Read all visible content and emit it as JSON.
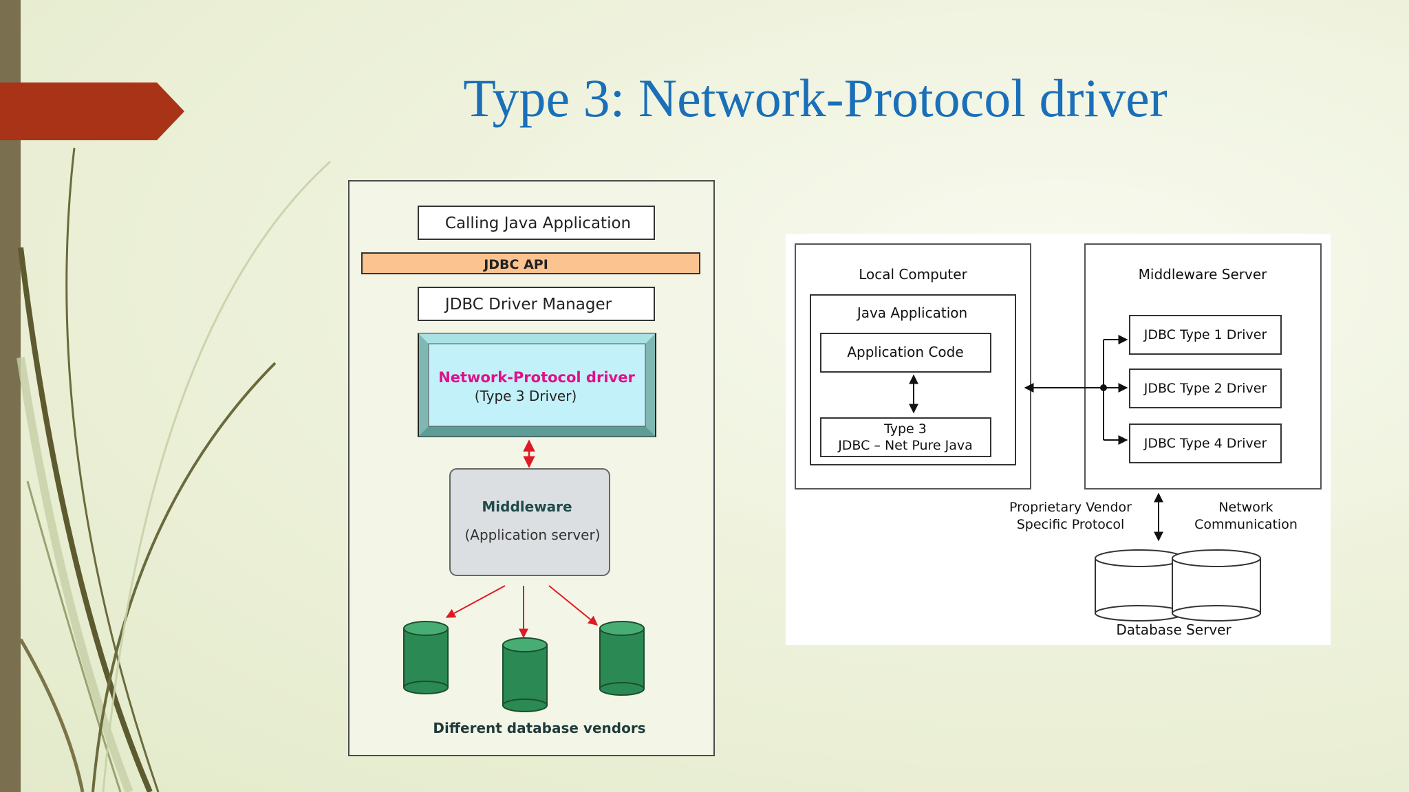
{
  "slide": {
    "title": "Type 3: Network-Protocol driver",
    "colors": {
      "title": "#1a6fb8",
      "accent_tab": "#a83317",
      "side_bar": "#7a6f4e"
    }
  },
  "left_diagram": {
    "calling_app": "Calling Java Application",
    "jdbc_api": "JDBC API",
    "driver_manager": "JDBC Driver Manager",
    "network_driver": "Network-Protocol driver",
    "network_driver_sub": "(Type 3 Driver)",
    "middleware": "Middleware",
    "middleware_sub": "(Application server)",
    "vendors_caption": "Different database vendors",
    "colors": {
      "jdbc_api_fill": "#fbc38f",
      "driver_fill": "#c3f1f9",
      "driver_text": "#e0108a",
      "db_fill": "#2b8a53",
      "arrow": "#dd1a26"
    }
  },
  "right_diagram": {
    "local_computer": "Local Computer",
    "java_application": "Java Application",
    "application_code": "Application Code",
    "type3_line1": "Type 3",
    "type3_line2": "JDBC – Net Pure Java",
    "middleware_server": "Middleware Server",
    "drivers": [
      "JDBC Type 1 Driver",
      "JDBC Type 2 Driver",
      "JDBC Type 4 Driver"
    ],
    "protocol_line1": "Proprietary Vendor",
    "protocol_line2": "Specific  Protocol",
    "network_line1": "Network",
    "network_line2": "Communication",
    "database_server": "Database Server"
  }
}
